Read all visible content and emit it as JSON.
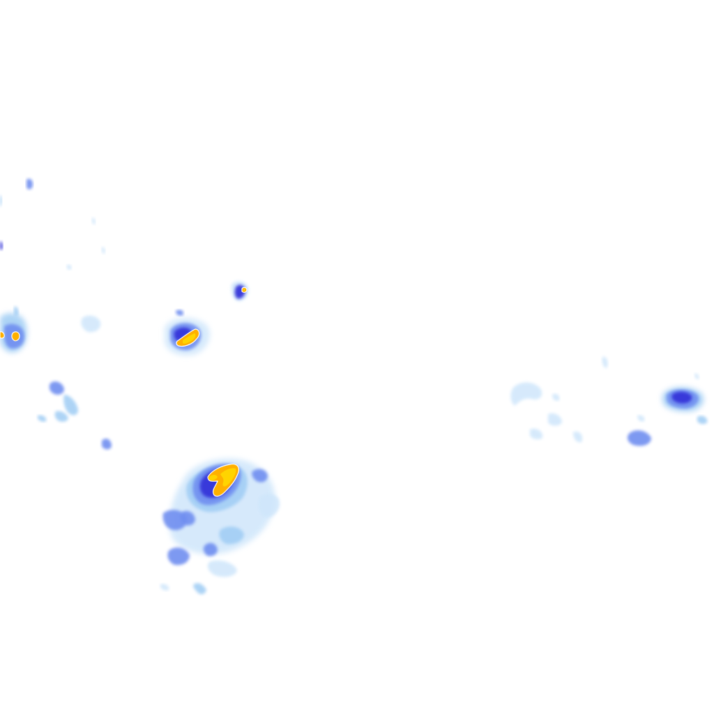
{
  "map": {
    "layer": "precipitation-radar-tile",
    "background_color": "#ffffff",
    "intensity_palette": {
      "very_light": "#cfe6fb",
      "light": "#9fccf4",
      "light_moderate": "#6f8ef0",
      "moderate": "#4a4ee6",
      "moderate_dark": "#3434d9",
      "heavy": "#ffb000",
      "very_heavy": "#ffd400",
      "extreme": "#ffee40"
    },
    "cells": [
      {
        "name": "cell-west-edge-core",
        "intensity": "heavy"
      },
      {
        "name": "cell-west-ring",
        "intensity": "heavy"
      },
      {
        "name": "cell-north-small",
        "intensity": "heavy"
      },
      {
        "name": "cell-south-large",
        "intensity": "very_heavy"
      },
      {
        "name": "cell-east-cluster",
        "intensity": "moderate"
      },
      {
        "name": "cell-east-small",
        "intensity": "moderate"
      }
    ]
  }
}
